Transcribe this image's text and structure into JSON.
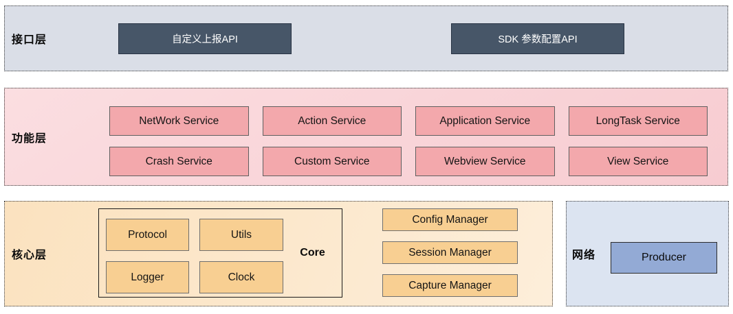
{
  "colors": {
    "interface_layer_bg": "#dadee7",
    "api_button_bg": "#475668",
    "function_layer_bg": "#f8d3d6",
    "service_box_bg": "#f3a8ac",
    "core_layer_bg": "#fbe3c2",
    "module_box_bg": "#f8cf92",
    "network_layer_bg": "#dce4f1",
    "producer_box_bg": "#93aad5"
  },
  "layers": {
    "interface": {
      "label": "接口层",
      "buttons": [
        "自定义上报API",
        "SDK 参数配置API"
      ]
    },
    "function": {
      "label": "功能层",
      "services": [
        "NetWork Service",
        "Action Service",
        "Application Service",
        "LongTask Service",
        "Crash Service",
        "Custom Service",
        "Webview Service",
        "View Service"
      ]
    },
    "core": {
      "label": "核心层",
      "core_group": {
        "label": "Core",
        "modules": [
          "Protocol",
          "Utils",
          "Logger",
          "Clock"
        ]
      },
      "managers": [
        "Config Manager",
        "Session Manager",
        "Capture Manager"
      ]
    },
    "network": {
      "label": "网络",
      "producer": "Producer"
    }
  }
}
